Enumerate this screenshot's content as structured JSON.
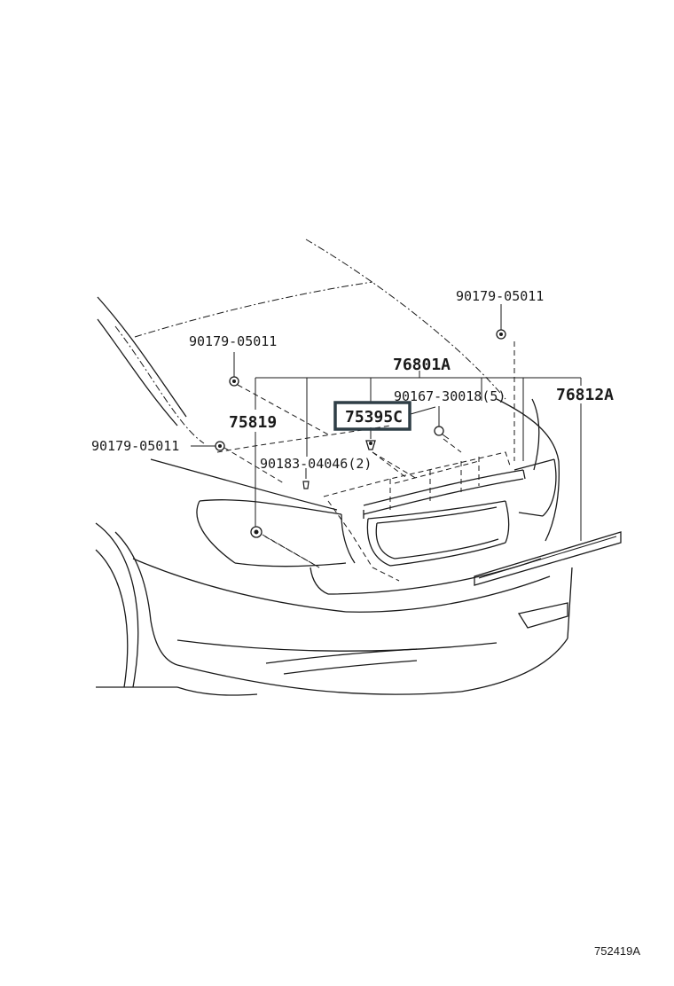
{
  "diagram": {
    "figure_id": "752419A",
    "callouts": {
      "clip_right": "90179-05011",
      "clip_left_top": "90179-05011",
      "clip_left": "90179-05011",
      "garnish_assy": "76801A",
      "screw": "90167-30018(5)",
      "spoiler": "76812A",
      "emblem": "75395C",
      "nut": "75819",
      "clip_small": "90183-04046(2)"
    },
    "highlighted_part": "75395C"
  }
}
